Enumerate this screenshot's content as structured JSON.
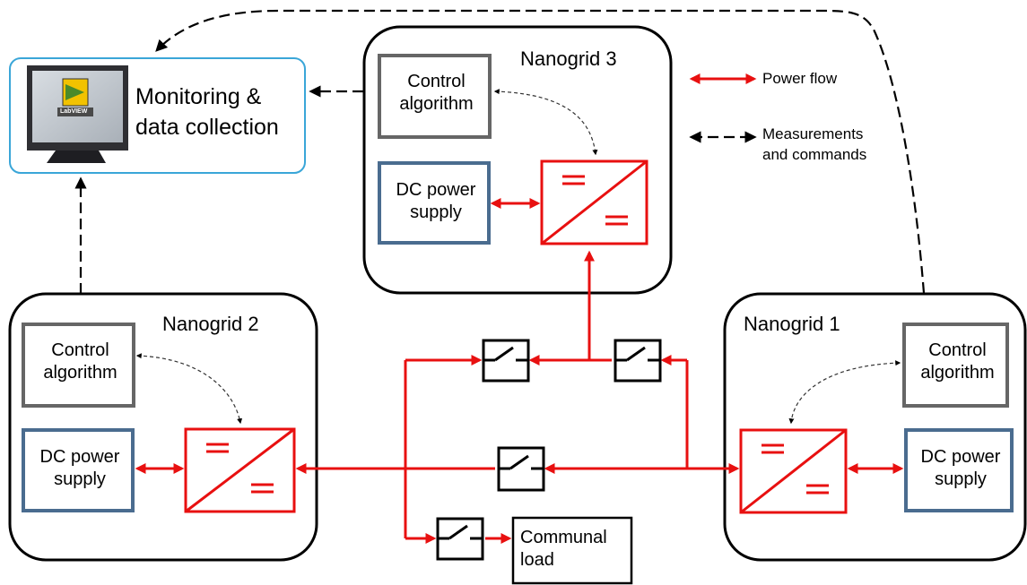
{
  "monitoring": {
    "title": "Monitoring & data collection",
    "line1": "Monitoring &",
    "line2": "data collection",
    "logo_text": "LabVIEW"
  },
  "nanogrid1": {
    "title": "Nanogrid 1",
    "control_l1": "Control",
    "control_l2": "algorithm",
    "supply_l1": "DC power",
    "supply_l2": "supply"
  },
  "nanogrid2": {
    "title": "Nanogrid 2",
    "control_l1": "Control",
    "control_l2": "algorithm",
    "supply_l1": "DC power",
    "supply_l2": "supply"
  },
  "nanogrid3": {
    "title": "Nanogrid 3",
    "control_l1": "Control",
    "control_l2": "algorithm",
    "supply_l1": "DC power",
    "supply_l2": "supply"
  },
  "load": {
    "l1": "Communal",
    "l2": "load"
  },
  "legend": {
    "power": "Power flow",
    "meas_l1": "Measurements",
    "meas_l2": "and commands"
  },
  "colors": {
    "power": "#e81010",
    "control_border": "#666666",
    "supply_border": "#4a6c8f",
    "monitor_border": "#3aa6d8"
  }
}
